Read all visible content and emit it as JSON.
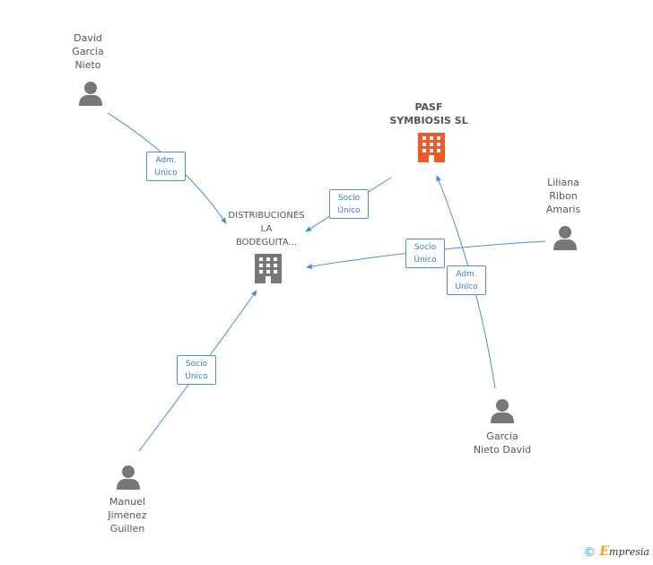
{
  "colors": {
    "edge": "#4a8fd8",
    "person_icon": "#777777",
    "company_icon": "#777777",
    "highlight_company_icon": "#f05a28"
  },
  "nodes": {
    "david": {
      "name_lines": [
        "David",
        "Garcia",
        "Nieto"
      ],
      "icon": "person-icon"
    },
    "pasf": {
      "name_lines": [
        "PASF",
        "SYMBIOSIS SL"
      ],
      "icon": "building-icon"
    },
    "liliana": {
      "name_lines": [
        "Liliana",
        "Ribon",
        "Amaris"
      ],
      "icon": "person-icon"
    },
    "distribuciones": {
      "name_lines": [
        "DISTRIBUCIONES",
        "LA",
        "BODEGUITA..."
      ],
      "icon": "building-icon"
    },
    "garcia": {
      "name_lines": [
        "Garcia",
        "Nieto David"
      ],
      "icon": "person-icon"
    },
    "manuel": {
      "name_lines": [
        "Manuel",
        "Jimenez",
        "Guillen"
      ],
      "icon": "person-icon"
    }
  },
  "roles": {
    "r1": [
      "Adm.",
      "Unico"
    ],
    "r2": [
      "Socio",
      "Único"
    ],
    "r3": [
      "Socio",
      "Único"
    ],
    "r4": [
      "Adm.",
      "Unico"
    ],
    "r5": [
      "Socio",
      "Único"
    ]
  },
  "footer": {
    "copyright": "©",
    "brand_initial": "E",
    "brand_rest": "mpresia"
  }
}
